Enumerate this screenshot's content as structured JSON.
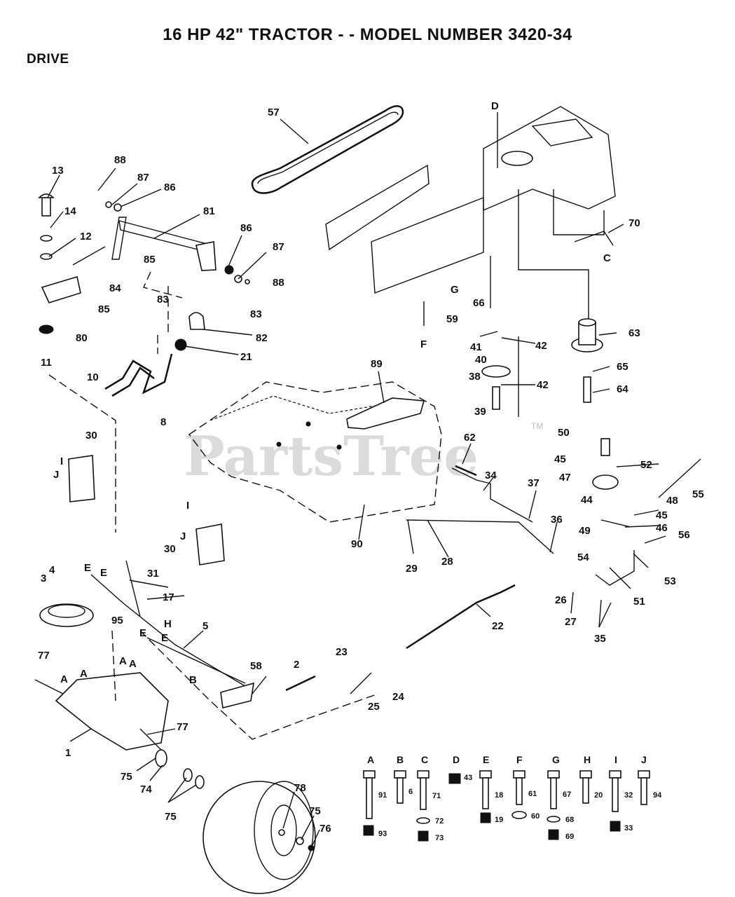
{
  "header": {
    "title": "16 HP 42\" TRACTOR - - MODEL NUMBER 3420-34",
    "section": "DRIVE"
  },
  "watermark": {
    "text": "PartsTree",
    "tm": "TM"
  },
  "callouts": [
    {
      "id": "c13",
      "label": "13"
    },
    {
      "id": "c14",
      "label": "14"
    },
    {
      "id": "c12",
      "label": "12"
    },
    {
      "id": "c11",
      "label": "11"
    },
    {
      "id": "c80",
      "label": "80"
    },
    {
      "id": "c85a",
      "label": "85"
    },
    {
      "id": "c85b",
      "label": "85"
    },
    {
      "id": "c84",
      "label": "84"
    },
    {
      "id": "c88a",
      "label": "88"
    },
    {
      "id": "c87a",
      "label": "87"
    },
    {
      "id": "c86a",
      "label": "86"
    },
    {
      "id": "c81",
      "label": "81"
    },
    {
      "id": "c86b",
      "label": "86"
    },
    {
      "id": "c87b",
      "label": "87"
    },
    {
      "id": "c88b",
      "label": "88"
    },
    {
      "id": "c83a",
      "label": "83"
    },
    {
      "id": "c83b",
      "label": "83"
    },
    {
      "id": "c82",
      "label": "82"
    },
    {
      "id": "c21",
      "label": "21"
    },
    {
      "id": "c10",
      "label": "10"
    },
    {
      "id": "c8",
      "label": "8"
    },
    {
      "id": "c57",
      "label": "57"
    },
    {
      "id": "c70",
      "label": "70"
    },
    {
      "id": "c66",
      "label": "66"
    },
    {
      "id": "c59",
      "label": "59"
    },
    {
      "id": "c63",
      "label": "63"
    },
    {
      "id": "c41",
      "label": "41"
    },
    {
      "id": "c42a",
      "label": "42"
    },
    {
      "id": "c40",
      "label": "40"
    },
    {
      "id": "c38",
      "label": "38"
    },
    {
      "id": "c42b",
      "label": "42"
    },
    {
      "id": "c39",
      "label": "39"
    },
    {
      "id": "c65",
      "label": "65"
    },
    {
      "id": "c64",
      "label": "64"
    },
    {
      "id": "c89",
      "label": "89"
    },
    {
      "id": "c30a",
      "label": "30"
    },
    {
      "id": "c30b",
      "label": "30"
    },
    {
      "id": "c62",
      "label": "62"
    },
    {
      "id": "c34",
      "label": "34"
    },
    {
      "id": "c37",
      "label": "37"
    },
    {
      "id": "c50",
      "label": "50"
    },
    {
      "id": "c45a",
      "label": "45"
    },
    {
      "id": "c52",
      "label": "52"
    },
    {
      "id": "c47",
      "label": "47"
    },
    {
      "id": "c55",
      "label": "55"
    },
    {
      "id": "c44",
      "label": "44"
    },
    {
      "id": "c48",
      "label": "48"
    },
    {
      "id": "c45b",
      "label": "45"
    },
    {
      "id": "c46",
      "label": "46"
    },
    {
      "id": "c49",
      "label": "49"
    },
    {
      "id": "c56",
      "label": "56"
    },
    {
      "id": "c36",
      "label": "36"
    },
    {
      "id": "c90",
      "label": "90"
    },
    {
      "id": "c29",
      "label": "29"
    },
    {
      "id": "c28",
      "label": "28"
    },
    {
      "id": "c54",
      "label": "54"
    },
    {
      "id": "c53",
      "label": "53"
    },
    {
      "id": "c51",
      "label": "51"
    },
    {
      "id": "c26",
      "label": "26"
    },
    {
      "id": "c27",
      "label": "27"
    },
    {
      "id": "c35",
      "label": "35"
    },
    {
      "id": "c4",
      "label": "4"
    },
    {
      "id": "c3",
      "label": "3"
    },
    {
      "id": "c31",
      "label": "31"
    },
    {
      "id": "c17",
      "label": "17"
    },
    {
      "id": "c95",
      "label": "95"
    },
    {
      "id": "c5",
      "label": "5"
    },
    {
      "id": "c22",
      "label": "22"
    },
    {
      "id": "c77a",
      "label": "77"
    },
    {
      "id": "c58",
      "label": "58"
    },
    {
      "id": "c2",
      "label": "2"
    },
    {
      "id": "c23",
      "label": "23"
    },
    {
      "id": "c24",
      "label": "24"
    },
    {
      "id": "c25",
      "label": "25"
    },
    {
      "id": "c77b",
      "label": "77"
    },
    {
      "id": "c1",
      "label": "1"
    },
    {
      "id": "c75a",
      "label": "75"
    },
    {
      "id": "c74",
      "label": "74"
    },
    {
      "id": "c75b",
      "label": "75"
    },
    {
      "id": "c78",
      "label": "78"
    },
    {
      "id": "c75c",
      "label": "75"
    },
    {
      "id": "c76",
      "label": "76"
    }
  ],
  "letter_refs": [
    {
      "id": "lD",
      "label": "D"
    },
    {
      "id": "lC",
      "label": "C"
    },
    {
      "id": "lG",
      "label": "G"
    },
    {
      "id": "lF",
      "label": "F"
    },
    {
      "id": "lH",
      "label": "H"
    },
    {
      "id": "lB",
      "label": "B"
    },
    {
      "id": "lI1",
      "label": "I"
    },
    {
      "id": "lJ1",
      "label": "J"
    },
    {
      "id": "lI2",
      "label": "I"
    },
    {
      "id": "lJ2",
      "label": "J"
    },
    {
      "id": "lE1",
      "label": "E"
    },
    {
      "id": "lE2",
      "label": "E"
    },
    {
      "id": "lE3",
      "label": "E"
    },
    {
      "id": "lE4",
      "label": "E"
    },
    {
      "id": "lA1",
      "label": "A"
    },
    {
      "id": "lA2",
      "label": "A"
    },
    {
      "id": "lA3",
      "label": "A"
    },
    {
      "id": "lA4",
      "label": "A"
    }
  ],
  "hardware_key": [
    {
      "letter": "A",
      "parts": [
        "91",
        "93"
      ]
    },
    {
      "letter": "B",
      "parts": [
        "6"
      ]
    },
    {
      "letter": "C",
      "parts": [
        "71",
        "72",
        "73"
      ]
    },
    {
      "letter": "D",
      "parts": [
        "43"
      ]
    },
    {
      "letter": "E",
      "parts": [
        "18",
        "19"
      ]
    },
    {
      "letter": "F",
      "parts": [
        "61",
        "60"
      ]
    },
    {
      "letter": "G",
      "parts": [
        "67",
        "68",
        "69"
      ]
    },
    {
      "letter": "H",
      "parts": [
        "20"
      ]
    },
    {
      "letter": "I",
      "parts": [
        "32",
        "33"
      ]
    },
    {
      "letter": "J",
      "parts": [
        "94"
      ]
    }
  ]
}
